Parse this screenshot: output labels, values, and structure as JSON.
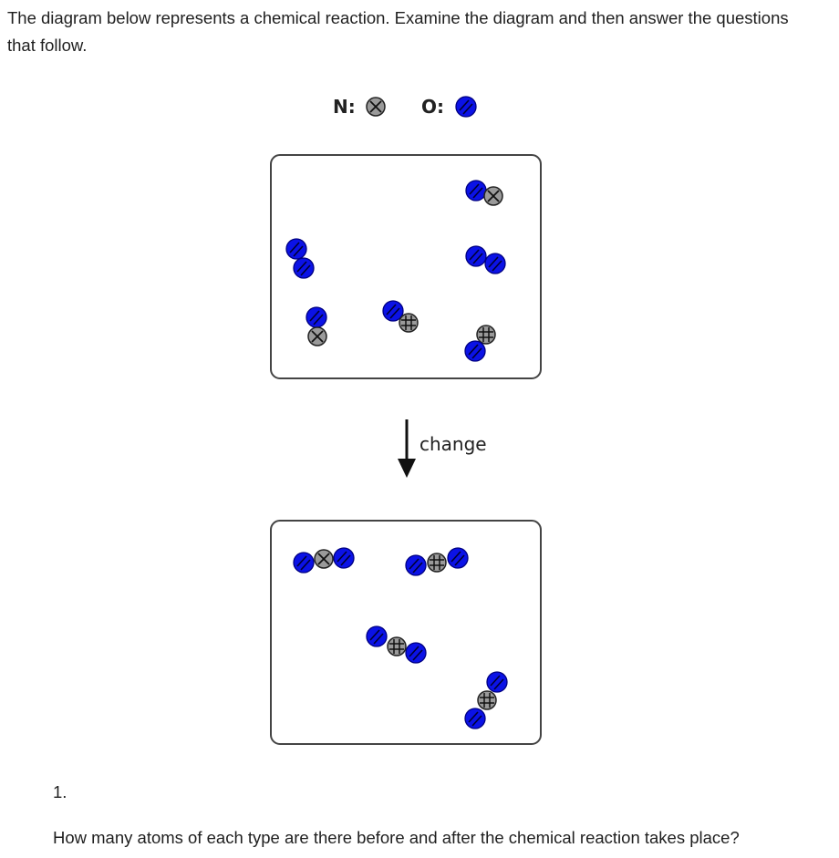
{
  "intro_text": "The diagram below represents a chemical reaction. Examine the diagram and then answer the questions that follow.",
  "legend": {
    "nitrogen_label": "N:",
    "oxygen_label": "O:"
  },
  "arrow_label": "change",
  "colors": {
    "nitrogen": "#9a9a9a",
    "oxygen": "#0b12e6",
    "box_border": "#444444"
  },
  "question": {
    "number": "1.",
    "text": "How many atoms of each type are there before and after the chemical reaction takes place?"
  }
}
